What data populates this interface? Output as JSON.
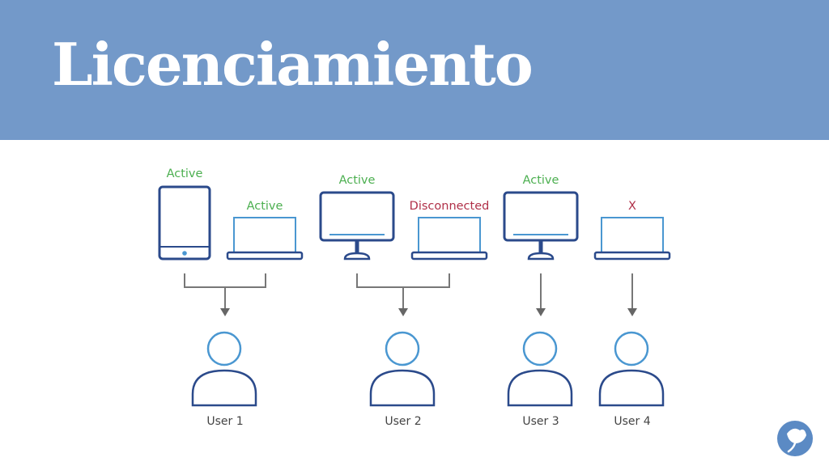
{
  "slide": {
    "title": "Licenciamiento"
  },
  "colors": {
    "header_bg": "#7399c9",
    "device_outline": "#2b4a8b",
    "screen_outline": "#4a97d1",
    "status_active": "#4caf50",
    "status_disconnected": "#b03048",
    "arrow": "#666666",
    "user_outline": "#2b4a8b",
    "user_head": "#4a97d1"
  },
  "groups": [
    {
      "user_label": "User 1",
      "devices": [
        {
          "type": "tablet",
          "icon": "tablet-icon",
          "status": "Active",
          "status_kind": "active"
        },
        {
          "type": "laptop",
          "icon": "laptop-icon",
          "status": "Active",
          "status_kind": "active"
        }
      ]
    },
    {
      "user_label": "User 2",
      "devices": [
        {
          "type": "desktop",
          "icon": "desktop-monitor-icon",
          "status": "Active",
          "status_kind": "active"
        },
        {
          "type": "laptop",
          "icon": "laptop-icon",
          "status": "Disconnected",
          "status_kind": "disconnected"
        }
      ]
    },
    {
      "user_label": "User 3",
      "devices": [
        {
          "type": "desktop",
          "icon": "desktop-monitor-icon",
          "status": "Active",
          "status_kind": "active"
        }
      ]
    },
    {
      "user_label": "User 4",
      "devices": [
        {
          "type": "laptop",
          "icon": "laptop-icon",
          "status": "X",
          "status_kind": "disconnected"
        }
      ]
    }
  ],
  "logo": {
    "icon": "ginkgo-leaf-logo"
  }
}
